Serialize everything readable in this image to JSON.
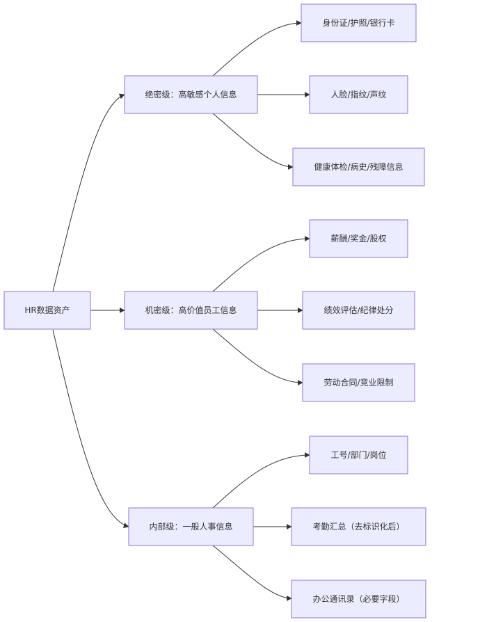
{
  "diagram": {
    "type": "flowchart-left-right",
    "colors": {
      "node_fill": "#ececff",
      "node_border": "#9370db",
      "edge": "#333333",
      "text": "#333333"
    },
    "root": {
      "id": "root",
      "label": "HR数据资产"
    },
    "levels": [
      {
        "id": "lvl1",
        "label": "绝密级：高敏感个人信息",
        "children": [
          {
            "id": "l1c1",
            "label": "身份证/护照/银行卡"
          },
          {
            "id": "l1c2",
            "label": "人脸/指纹/声纹"
          },
          {
            "id": "l1c3",
            "label": "健康体检/病史/残障信息"
          }
        ]
      },
      {
        "id": "lvl2",
        "label": "机密级：高价值员工信息",
        "children": [
          {
            "id": "l2c1",
            "label": "薪酬/奖金/股权"
          },
          {
            "id": "l2c2",
            "label": "绩效评估/纪律处分"
          },
          {
            "id": "l2c3",
            "label": "劳动合同/竞业限制"
          }
        ]
      },
      {
        "id": "lvl3",
        "label": "内部级：一般人事信息",
        "children": [
          {
            "id": "l3c1",
            "label": "工号/部门/岗位"
          },
          {
            "id": "l3c2",
            "label": "考勤汇总（去标识化后）"
          },
          {
            "id": "l3c3",
            "label": "办公通讯录（必要字段）"
          }
        ]
      }
    ]
  }
}
